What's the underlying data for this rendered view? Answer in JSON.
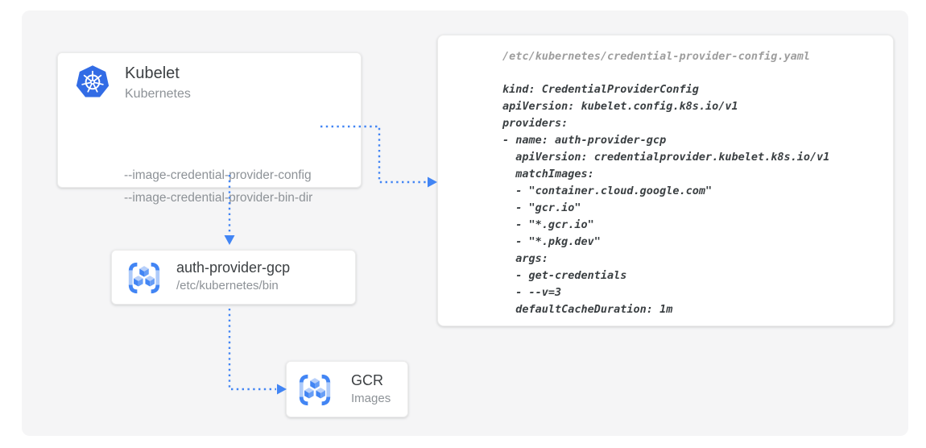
{
  "diagram": {
    "kubelet_card": {
      "title": "Kubelet",
      "subtitle": "Kubernetes",
      "flags": [
        "--image-credential-provider-config",
        "--image-credential-provider-bin-dir"
      ]
    },
    "auth_provider_card": {
      "title": "auth-provider-gcp",
      "subtitle": "/etc/kubernetes/bin"
    },
    "gcr_card": {
      "title": "GCR",
      "subtitle": "Images"
    },
    "code_panel": {
      "comment": "/etc/kubernetes/credential-provider-config.yaml",
      "code_lines": [
        "kind: CredentialProviderConfig",
        "apiVersion: kubelet.config.k8s.io/v1",
        "providers:",
        "- name: auth-provider-gcp",
        "  apiVersion: credentialprovider.kubelet.k8s.io/v1",
        "  matchImages:",
        "  - \"container.cloud.google.com\"",
        "  - \"gcr.io\"",
        "  - \"*.gcr.io\"",
        "  - \"*.pkg.dev\"",
        "  args:",
        "  - get-credentials",
        "  - --v=3",
        "  defaultCacheDuration: 1m"
      ]
    },
    "icons": {
      "kubelet_icon": "kubernetes-helm-icon",
      "auth_provider_icon": "container-registry-icon",
      "gcr_icon": "container-registry-icon"
    },
    "colors": {
      "arrow_blue": "#4285f4",
      "kubernetes_blue": "#326ce5",
      "panel_background": "#f5f5f6",
      "text_dark": "#3c4043",
      "text_gray": "#8d9297",
      "comment_gray": "#9e9e9e"
    }
  }
}
